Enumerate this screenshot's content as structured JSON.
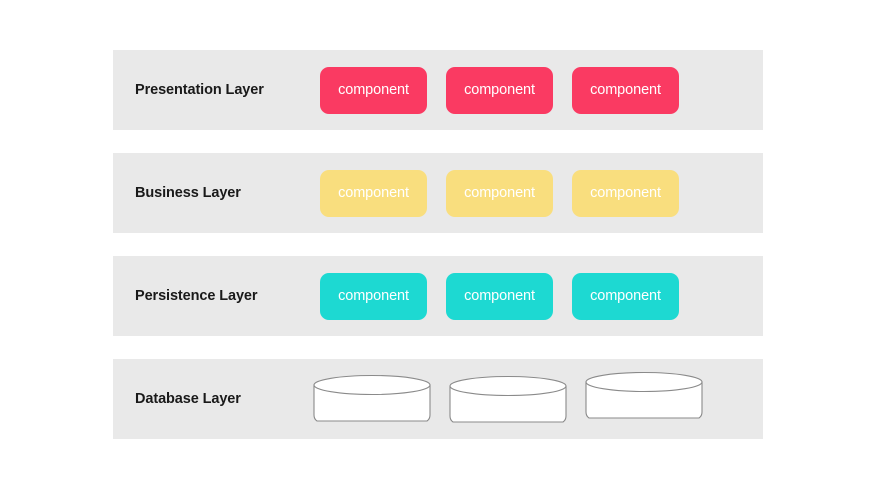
{
  "diagram": {
    "title": "Layered architecture diagram",
    "band_color": "#e9e9e9",
    "background": "#ffffff",
    "layers": [
      {
        "label": "Presentation Layer",
        "kind": "components",
        "color": "#fa3a62",
        "text_color": "#ffffff",
        "items": [
          "component",
          "component",
          "component"
        ]
      },
      {
        "label": "Business Layer",
        "kind": "components",
        "color": "#f9de7e",
        "text_color": "#ffffff",
        "items": [
          "component",
          "component",
          "component"
        ]
      },
      {
        "label": "Persistence Layer",
        "kind": "components",
        "color": "#1dd9d2",
        "text_color": "#ffffff",
        "items": [
          "component",
          "component",
          "component"
        ]
      },
      {
        "label": "Database Layer",
        "kind": "databases",
        "color": "#ffffff",
        "stroke_color": "#8a8a8a",
        "items": [
          "",
          "",
          ""
        ]
      }
    ]
  }
}
